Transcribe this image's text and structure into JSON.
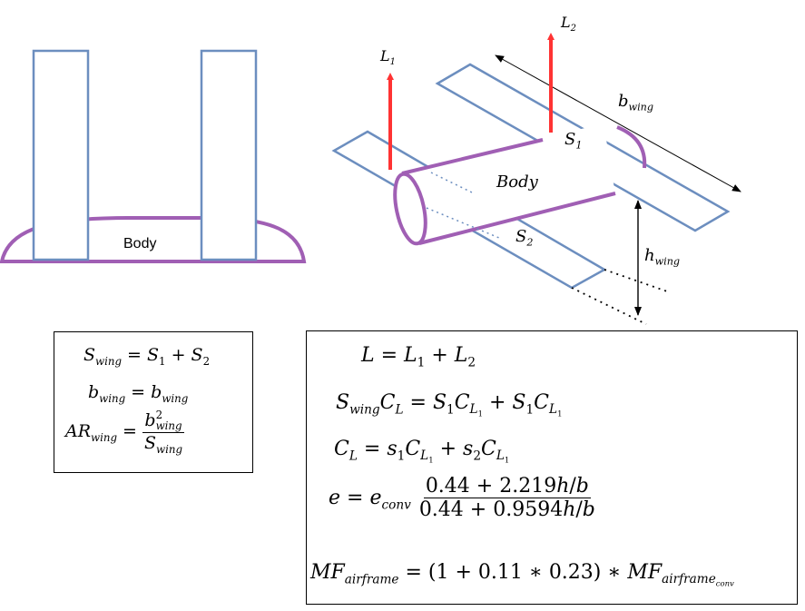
{
  "left_figure": {
    "body_label": "Body"
  },
  "right_figure": {
    "body_label": "Body",
    "L1": {
      "base": "L",
      "sub": "1"
    },
    "L2": {
      "base": "L",
      "sub": "2"
    },
    "S1": {
      "base": "S",
      "sub": "1"
    },
    "S2": {
      "base": "S",
      "sub": "2"
    },
    "b_wing": {
      "base": "b",
      "sub": "wing"
    },
    "h_wing": {
      "base": "h",
      "sub": "wing"
    }
  },
  "colors": {
    "wing_stroke": "#6c8ebf",
    "body_stroke": "#a05fb4",
    "lift_arrow": "#ff3333",
    "dimension": "#000000"
  },
  "left_equations": {
    "eq1": {
      "lhs_base": "S",
      "lhs_sub": "wing",
      "op": "=",
      "t1": "S",
      "t1_sub": "1",
      "plus": "+",
      "t2": "S",
      "t2_sub": "2"
    },
    "eq2": {
      "lhs_base": "b",
      "lhs_sub": "wing",
      "op": "=",
      "rhs_base": "b",
      "rhs_sub": "wing"
    },
    "eq3": {
      "lhs_base": "AR",
      "lhs_sub": "wing",
      "op": "=",
      "num_base": "b",
      "num_sup": "2",
      "num_sub": "wing",
      "den_base": "S",
      "den_sub": "wing"
    }
  },
  "right_equations": {
    "eq1": {
      "lhs": "L",
      "op": "=",
      "t1": "L",
      "t1_sub": "1",
      "plus": "+",
      "t2": "L",
      "t2_sub": "2"
    },
    "eq2": {
      "lhs_base": "S",
      "lhs_sub": "wing",
      "lhs_c": "C",
      "lhs_c_sub": "L",
      "op": "=",
      "t1": "S",
      "t1_sub": "1",
      "t1_c": "C",
      "t1_c_sub": "L",
      "t1_c_subsub": "1",
      "plus": "+",
      "t2": "S",
      "t2_sub": "1",
      "t2_c": "C",
      "t2_c_sub": "L",
      "t2_c_subsub": "1"
    },
    "eq3": {
      "lhs": "C",
      "lhs_sub": "L",
      "op": "=",
      "t1": "s",
      "t1_sub": "1",
      "t1_c": "C",
      "t1_c_sub": "L",
      "t1_c_subsub": "1",
      "plus": "+",
      "t2": "s",
      "t2_sub": "2",
      "t2_c": "C",
      "t2_c_sub": "L",
      "t2_c_subsub": "1"
    },
    "eq4": {
      "lhs": "e",
      "op": "=",
      "e_base": "e",
      "e_sub": "conv",
      "num": "0.44 + 2.219",
      "num_h": "h",
      "num_slash": "/",
      "num_b": "b",
      "den": "0.44 + 0.9594",
      "den_h": "h",
      "den_slash": "/",
      "den_b": "b"
    },
    "eq5": {
      "lhs_base": "MF",
      "lhs_sub": "airframe",
      "op": "=",
      "mid": "(1 + 0.11 ∗ 0.23) ∗",
      "rhs_base": "MF",
      "rhs_sub": "airframe",
      "rhs_subsub": "conv"
    }
  }
}
